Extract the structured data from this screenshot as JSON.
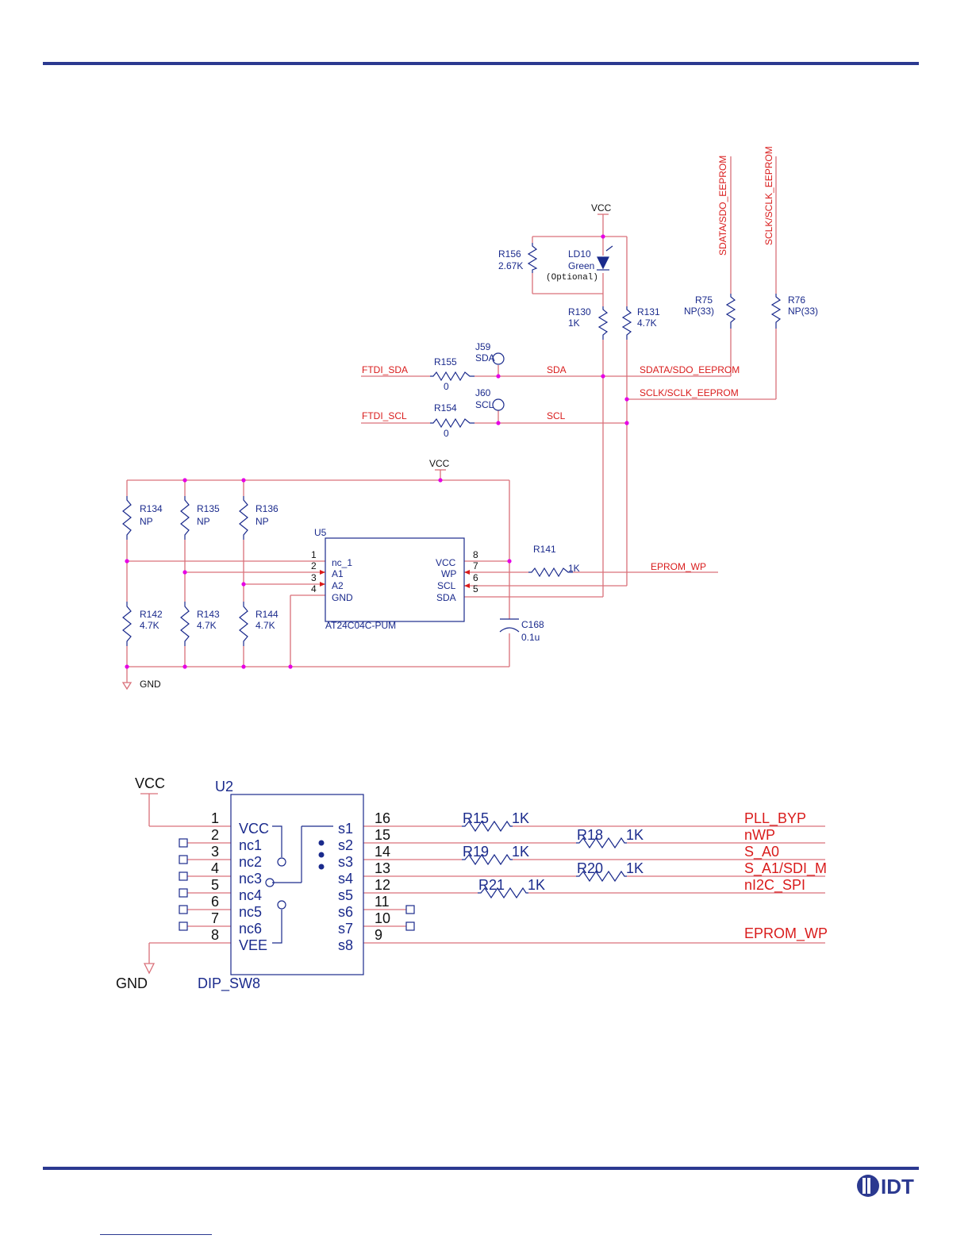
{
  "colors": {
    "rule": "#2b3990",
    "wire": "#d9707a",
    "component": "#1a2a8c",
    "net_label": "#d91c1c",
    "junction": "#e600e6",
    "text": "#111111"
  },
  "eeprom": {
    "vcc_top": "VCC",
    "r156": {
      "ref": "R156",
      "value": "2.67K"
    },
    "ld10": {
      "ref": "LD10",
      "color": "Green",
      "note": "(Optional)"
    },
    "r130": {
      "ref": "R130",
      "value": "1K"
    },
    "r131": {
      "ref": "R131",
      "value": "4.7K"
    },
    "r75": {
      "ref": "R75",
      "value": "NP(33)"
    },
    "r76": {
      "ref": "R76",
      "value": "NP(33)"
    },
    "net_sdata_v": "SDATA/SDO_EEPROM",
    "net_sclk_v": "SCLK/SCLK_EEPROM",
    "j59": {
      "ref": "J59",
      "label": "SDA"
    },
    "j60": {
      "ref": "J60",
      "label": "SCL"
    },
    "ftdi_sda": "FTDI_SDA",
    "ftdi_scl": "FTDI_SCL",
    "r155": {
      "ref": "R155",
      "value": "0"
    },
    "r154": {
      "ref": "R154",
      "value": "0"
    },
    "net_sda": "SDA",
    "net_scl": "SCL",
    "net_sdata": "SDATA/SDO_EEPROM",
    "net_sclk": "SCLK/SCLK_EEPROM",
    "vcc_mid": "VCC",
    "r134": {
      "ref": "R134",
      "value": "NP"
    },
    "r135": {
      "ref": "R135",
      "value": "NP"
    },
    "r136": {
      "ref": "R136",
      "value": "NP"
    },
    "r142": {
      "ref": "R142",
      "value": "4.7K"
    },
    "r143": {
      "ref": "R143",
      "value": "4.7K"
    },
    "r144": {
      "ref": "R144",
      "value": "4.7K"
    },
    "gnd": "GND",
    "u5": {
      "ref": "U5",
      "part": "AT24C04C-PUM",
      "left_pins": [
        {
          "num": "1",
          "name": "nc_1"
        },
        {
          "num": "2",
          "name": "A1"
        },
        {
          "num": "3",
          "name": "A2"
        },
        {
          "num": "4",
          "name": "GND"
        }
      ],
      "right_pins": [
        {
          "num": "8",
          "name": "VCC"
        },
        {
          "num": "7",
          "name": "WP"
        },
        {
          "num": "6",
          "name": "SCL"
        },
        {
          "num": "5",
          "name": "SDA"
        }
      ]
    },
    "r141": {
      "ref": "R141",
      "value": "1K"
    },
    "net_eprom_wp": "EPROM_WP",
    "c168": {
      "ref": "C168",
      "value": "0.1u"
    }
  },
  "dipsw": {
    "vcc": "VCC",
    "gnd": "GND",
    "ref": "U2",
    "part": "DIP_SW8",
    "left_pins": [
      {
        "num": "1",
        "name": "VCC"
      },
      {
        "num": "2",
        "name": "nc1"
      },
      {
        "num": "3",
        "name": "nc2"
      },
      {
        "num": "4",
        "name": "nc3"
      },
      {
        "num": "5",
        "name": "nc4"
      },
      {
        "num": "6",
        "name": "nc5"
      },
      {
        "num": "7",
        "name": "nc6"
      },
      {
        "num": "8",
        "name": "VEE"
      }
    ],
    "right_pins": [
      {
        "num": "16",
        "name": "s1"
      },
      {
        "num": "15",
        "name": "s2"
      },
      {
        "num": "14",
        "name": "s3"
      },
      {
        "num": "13",
        "name": "s4"
      },
      {
        "num": "12",
        "name": "s5"
      },
      {
        "num": "11",
        "name": "s6"
      },
      {
        "num": "10",
        "name": "s7"
      },
      {
        "num": "9",
        "name": "s8"
      }
    ],
    "resistors": [
      {
        "ref": "R15",
        "value": "1K"
      },
      {
        "ref": "R18",
        "value": "1K"
      },
      {
        "ref": "R19",
        "value": "1K"
      },
      {
        "ref": "R20",
        "value": "1K"
      },
      {
        "ref": "R21",
        "value": "1K"
      }
    ],
    "nets": [
      "PLL_BYP",
      "nWP",
      "S_A0",
      "S_A1/SDI_M",
      "nI2C_SPI",
      "EPROM_WP"
    ]
  },
  "logo": "IDT"
}
